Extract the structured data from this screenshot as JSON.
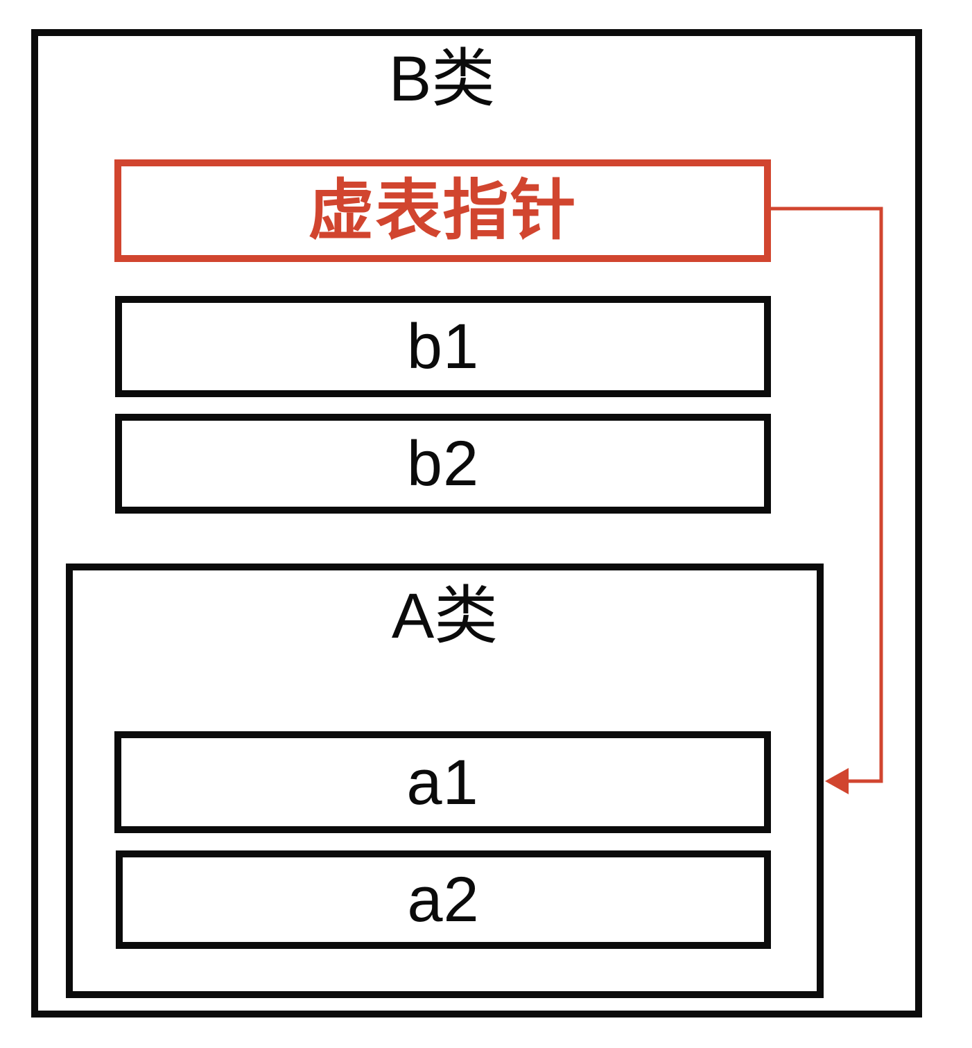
{
  "diagram": {
    "outer_class": {
      "title": "B类"
    },
    "vptr_label": "虚表指针",
    "b_members": [
      "b1",
      "b2"
    ],
    "inner_class": {
      "title": "A类"
    },
    "a_members": [
      "a1",
      "a2"
    ]
  },
  "colors": {
    "accent_red": "#d1452f",
    "box_black": "#0b0b0b",
    "background": "#ffffff"
  },
  "icons": {
    "vptr_arrow": "left-arrowhead-icon"
  }
}
